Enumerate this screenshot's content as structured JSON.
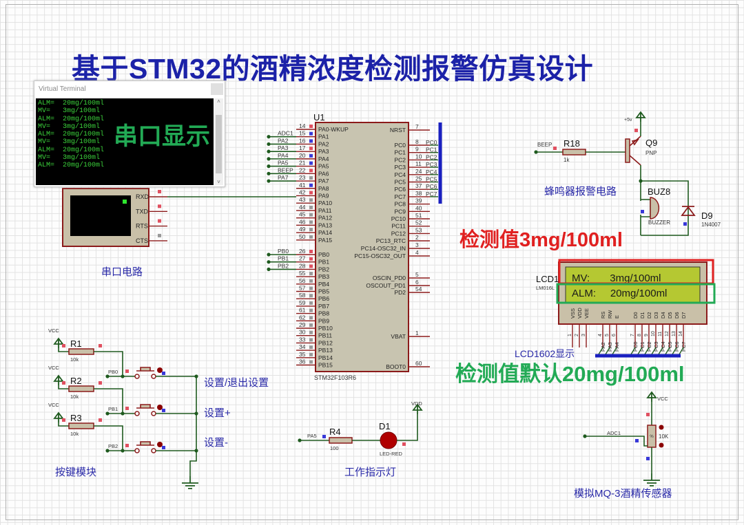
{
  "title": "基于STM32的酒精浓度检测报警仿真设计",
  "colors": {
    "wire": "#1e5a1e",
    "part": "#8b1a1a",
    "part_fill": "#c9c0a8",
    "label_blue": "#2a2aa8",
    "accent_red": "#e02020",
    "accent_green": "#22aa55",
    "bus": "#1a20c0",
    "lcd_screen": "#b5c832"
  },
  "terminal": {
    "title": "Virtual Terminal",
    "lines": [
      "ALM=  20mg/100ml",
      "MV=   3mg/100ml",
      "ALM=  20mg/100ml",
      "MV=   3mg/100ml",
      "ALM=  20mg/100ml",
      "MV=   3mg/100ml",
      "ALM=  20mg/100ml",
      "MV=   3mg/100ml",
      "ALM=  20mg/100ml"
    ],
    "scroll_up": "˄",
    "scroll_down": "˅"
  },
  "annotations": {
    "serial_display": "串口显示",
    "serial_circuit": "串口电路",
    "buzzer_circuit": "蜂鸣器报警电路",
    "measured": "检测值3mg/100ml",
    "default_alarm": "检测值默认20mg/100ml",
    "lcd_display": "LCD1602显示",
    "key_module": "按键模块",
    "work_led": "工作指示灯",
    "sensor": "模拟MQ-3酒精传感器",
    "key_set": "设置/退出设置",
    "key_plus": "设置+",
    "key_minus": "设置-"
  },
  "serial_port": {
    "pins": [
      "RXD",
      "TXD",
      "RTS",
      "CTS"
    ]
  },
  "mcu": {
    "ref": "U1",
    "part": "STM32F103R6",
    "left": [
      {
        "num": "14",
        "name": "PA0-WKUP",
        "net": ""
      },
      {
        "num": "15",
        "name": "PA1",
        "net": "ADC1"
      },
      {
        "num": "16",
        "name": "PA2",
        "net": "PA2"
      },
      {
        "num": "17",
        "name": "PA3",
        "net": "PA3"
      },
      {
        "num": "20",
        "name": "PA4",
        "net": "PA4"
      },
      {
        "num": "21",
        "name": "PA5",
        "net": "PA5"
      },
      {
        "num": "22",
        "name": "PA6",
        "net": "BEEP"
      },
      {
        "num": "23",
        "name": "PA7",
        "net": "PA7"
      },
      {
        "num": "41",
        "name": "PA8",
        "net": ""
      },
      {
        "num": "42",
        "name": "PA9",
        "net": ""
      },
      {
        "num": "43",
        "name": "PA10",
        "net": ""
      },
      {
        "num": "44",
        "name": "PA11",
        "net": ""
      },
      {
        "num": "45",
        "name": "PA12",
        "net": ""
      },
      {
        "num": "46",
        "name": "PA13",
        "net": ""
      },
      {
        "num": "49",
        "name": "PA14",
        "net": ""
      },
      {
        "num": "50",
        "name": "PA15",
        "net": ""
      },
      {
        "num": "26",
        "name": "PB0",
        "net": "PB0"
      },
      {
        "num": "27",
        "name": "PB1",
        "net": "PB1"
      },
      {
        "num": "28",
        "name": "PB2",
        "net": "PB2"
      },
      {
        "num": "55",
        "name": "PB3",
        "net": ""
      },
      {
        "num": "56",
        "name": "PB4",
        "net": ""
      },
      {
        "num": "57",
        "name": "PB5",
        "net": ""
      },
      {
        "num": "58",
        "name": "PB6",
        "net": ""
      },
      {
        "num": "59",
        "name": "PB7",
        "net": ""
      },
      {
        "num": "61",
        "name": "PB8",
        "net": ""
      },
      {
        "num": "62",
        "name": "PB9",
        "net": ""
      },
      {
        "num": "29",
        "name": "PB10",
        "net": ""
      },
      {
        "num": "30",
        "name": "PB11",
        "net": ""
      },
      {
        "num": "33",
        "name": "PB12",
        "net": ""
      },
      {
        "num": "34",
        "name": "PB13",
        "net": ""
      },
      {
        "num": "35",
        "name": "PB14",
        "net": ""
      },
      {
        "num": "36",
        "name": "PB15",
        "net": ""
      }
    ],
    "right": [
      {
        "num": "7",
        "name": "NRST",
        "net": ""
      },
      {
        "num": "8",
        "name": "PC0",
        "net": "PC0"
      },
      {
        "num": "9",
        "name": "PC1",
        "net": "PC1"
      },
      {
        "num": "10",
        "name": "PC2",
        "net": "PC2"
      },
      {
        "num": "11",
        "name": "PC3",
        "net": "PC3"
      },
      {
        "num": "24",
        "name": "PC4",
        "net": "PC4"
      },
      {
        "num": "25",
        "name": "PC5",
        "net": "PC5"
      },
      {
        "num": "37",
        "name": "PC6",
        "net": "PC6"
      },
      {
        "num": "38",
        "name": "PC7",
        "net": "PC7"
      },
      {
        "num": "39",
        "name": "PC8",
        "net": ""
      },
      {
        "num": "40",
        "name": "PC9",
        "net": ""
      },
      {
        "num": "51",
        "name": "PC10",
        "net": ""
      },
      {
        "num": "52",
        "name": "PC11",
        "net": ""
      },
      {
        "num": "53",
        "name": "PC12",
        "net": ""
      },
      {
        "num": "2",
        "name": "PC13_RTC",
        "net": ""
      },
      {
        "num": "3",
        "name": "PC14-OSC32_IN",
        "net": ""
      },
      {
        "num": "4",
        "name": "PC15-OSC32_OUT",
        "net": ""
      },
      {
        "num": "5",
        "name": "OSCIN_PD0",
        "net": ""
      },
      {
        "num": "6",
        "name": "OSCOUT_PD1",
        "net": ""
      },
      {
        "num": "54",
        "name": "PD2",
        "net": ""
      },
      {
        "num": "1",
        "name": "VBAT",
        "net": ""
      },
      {
        "num": "60",
        "name": "BOOT0",
        "net": ""
      }
    ]
  },
  "buzzer": {
    "net": "BEEP",
    "r_ref": "R18",
    "r_val": "1k",
    "q_ref": "Q9",
    "q_type": "PNP",
    "supply": "+5v",
    "buz_ref": "BUZ8",
    "buz_type": "BUZZER",
    "d_ref": "D9",
    "d_type": "1N4007"
  },
  "lcd": {
    "ref": "LCD1",
    "part": "LM016L",
    "row1": "MV:       3mg/100ml",
    "row2": "ALM:     20mg/100ml",
    "pins": [
      {
        "n": "1",
        "name": "VSS",
        "net": ""
      },
      {
        "n": "2",
        "name": "VDD",
        "net": ""
      },
      {
        "n": "3",
        "name": "VEE",
        "net": ""
      },
      {
        "n": "4",
        "name": "RS",
        "net": "PA2"
      },
      {
        "n": "5",
        "name": "RW",
        "net": "PA3"
      },
      {
        "n": "6",
        "name": "E",
        "net": "PA4"
      },
      {
        "n": "7",
        "name": "D0",
        "net": "PC0"
      },
      {
        "n": "8",
        "name": "D1",
        "net": "PC1"
      },
      {
        "n": "9",
        "name": "D2",
        "net": "PC2"
      },
      {
        "n": "10",
        "name": "D3",
        "net": "PC3"
      },
      {
        "n": "11",
        "name": "D4",
        "net": "PC4"
      },
      {
        "n": "12",
        "name": "D5",
        "net": "PC5"
      },
      {
        "n": "13",
        "name": "D6",
        "net": "PC6"
      },
      {
        "n": "14",
        "name": "D7",
        "net": "PC7"
      }
    ]
  },
  "keys": [
    {
      "supply": "VCC",
      "r_ref": "R1",
      "r_val": "10k",
      "net": "PB0"
    },
    {
      "supply": "VCC",
      "r_ref": "R2",
      "r_val": "10k",
      "net": "PB1"
    },
    {
      "supply": "VCC",
      "r_ref": "R3",
      "r_val": "10k",
      "net": "PB2"
    }
  ],
  "led": {
    "net": "PA5",
    "r_ref": "R4",
    "r_val": "100",
    "d_ref": "D1",
    "d_type": "LED-RED",
    "supply": "VDD"
  },
  "sensor": {
    "supply": "VCC",
    "net": "ADC1",
    "value": "10K",
    "pot_mark": "%"
  }
}
